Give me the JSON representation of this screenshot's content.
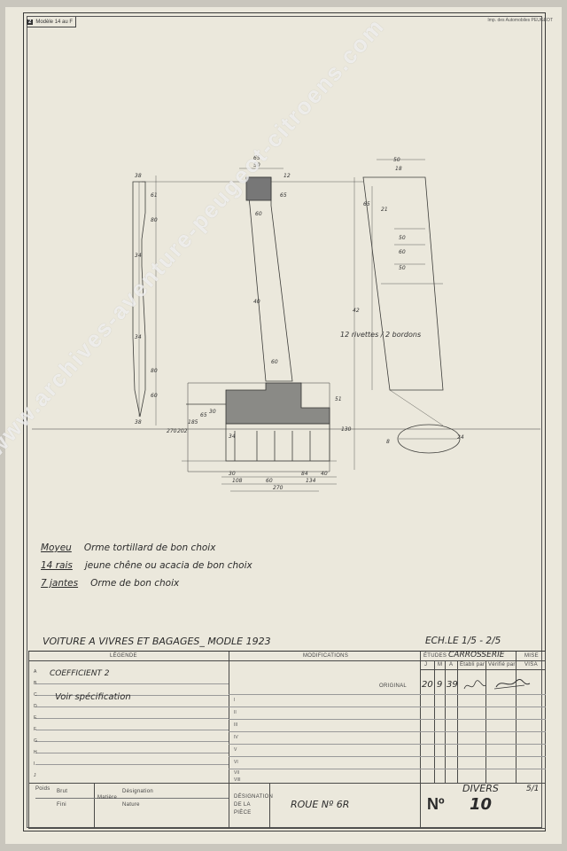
{
  "header": {
    "sheet_number": "2",
    "format_label": "Modèle 14 au F",
    "printer": "Imp. des Automobiles PEUGEOT"
  },
  "drawing_notes": {
    "rivet_note": "12 rivettes / 2 bordons"
  },
  "dims": {
    "d0": "38",
    "d1": "61",
    "d2": "80",
    "d3": "34",
    "d4": "34",
    "d5": "80",
    "d6": "60",
    "d7": "38",
    "d8": "65",
    "d9": "50",
    "d10": "12",
    "d11": "65",
    "d12": "60",
    "d13": "40",
    "d14": "60",
    "d15": "50",
    "d16": "18",
    "d17": "65",
    "d18": "21",
    "d19": "50",
    "d20": "60",
    "d21": "50",
    "d22": "42",
    "d23": "270",
    "d24": "202",
    "d25": "185",
    "d26": "65",
    "d27": "30",
    "d28": "130",
    "d29": "51",
    "d30": "34",
    "d31": "30",
    "d32": "108",
    "d33": "60",
    "d34": "84",
    "d35": "40",
    "d36": "134",
    "d37": "270",
    "d38": "8",
    "d39": "24"
  },
  "materials": [
    {
      "key": "Moyeu",
      "text": "Orme tortillard de bon choix"
    },
    {
      "key": "14 rais",
      "text": "jeune chêne ou acacia de bon choix"
    },
    {
      "key": "7 jantes",
      "text": "Orme de bon choix"
    }
  ],
  "vehicle_title": "VOITURE A VIVRES ET BAGAGES_ MODLE 1923",
  "scale": "ECH.LE 1/5 - 2/5",
  "title_block": {
    "legend_header": "LÉGENDE",
    "modifications_header": "MODIFICATIONS",
    "etudes_header": "ÉTUDES",
    "department": "CARROSSERIE",
    "mise_header": "MISE",
    "cols": {
      "j": "J",
      "m": "M",
      "a": "A",
      "etabli": "Établi par",
      "verifie": "Vérifié par",
      "visa": "VISA"
    },
    "coefficient": "COEFFICIENT 2",
    "voir_spec": "Voir spécification",
    "original_label": "ORIGINAL",
    "date": {
      "j": "20",
      "m": "9",
      "a": "39"
    },
    "roman": [
      "I",
      "II",
      "III",
      "IV",
      "V",
      "VI",
      "VII",
      "VIII"
    ],
    "circles": [
      "A",
      "B",
      "C",
      "D",
      "E",
      "F",
      "G",
      "H",
      "I",
      "J"
    ],
    "bottom": {
      "brut": "Brut",
      "fini": "Fini",
      "poids": "Poids",
      "matiere": "Matière",
      "designation": "Désignation",
      "nature": "Nature",
      "designation_piece": "DÉSIGNATION DE LA PIÈCE"
    },
    "part_name": "ROUE Nº 6R",
    "n_label": "Nº",
    "category": "DIVERS",
    "drawing_number": "10",
    "sheet_fraction": "5/1"
  },
  "watermark": "www.archives-aventure-peugeot-citroens.com"
}
